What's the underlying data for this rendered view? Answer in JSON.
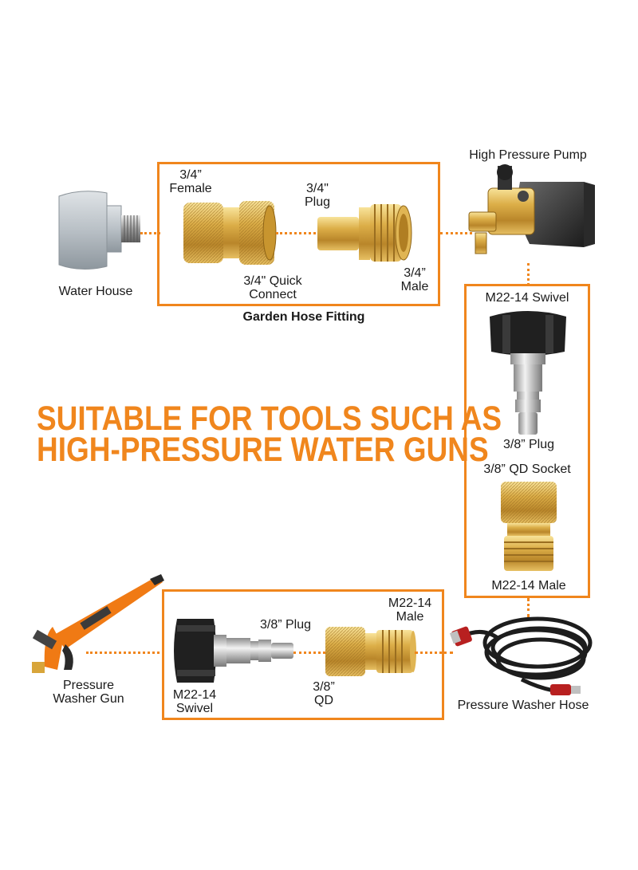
{
  "headline": {
    "line1": "SUITABLE FOR TOOLS SUCH AS",
    "line2": "HIGH-PRESSURE WATER GUNS"
  },
  "top_section": {
    "water_house_label": "Water House",
    "pump_label": "High Pressure Pump",
    "box_caption": "Garden Hose Fitting",
    "female_label": "3/4”\nFemale",
    "plug_label": "3/4\"\nPlug",
    "quick_connect_label": "3/4\" Quick\nConnect",
    "male_label": "3/4”\nMale"
  },
  "right_section": {
    "swivel_label": "M22-14 Swivel",
    "plug_label": "3/8” Plug",
    "socket_label": "3/8” QD Socket",
    "male_label": "M22-14 Male"
  },
  "bottom_section": {
    "gun_label": "Pressure\nWasher Gun",
    "plug_label": "3/8” Plug",
    "male_label": "M22-14\nMale",
    "swivel_label": "M22-14\nSwivel",
    "qd_label": "3/8”\nQD",
    "hose_label": "Pressure Washer Hose"
  },
  "colors": {
    "accent": "#f0861d",
    "brass": "#d9a93a",
    "rubber": "#1d1d1d"
  }
}
